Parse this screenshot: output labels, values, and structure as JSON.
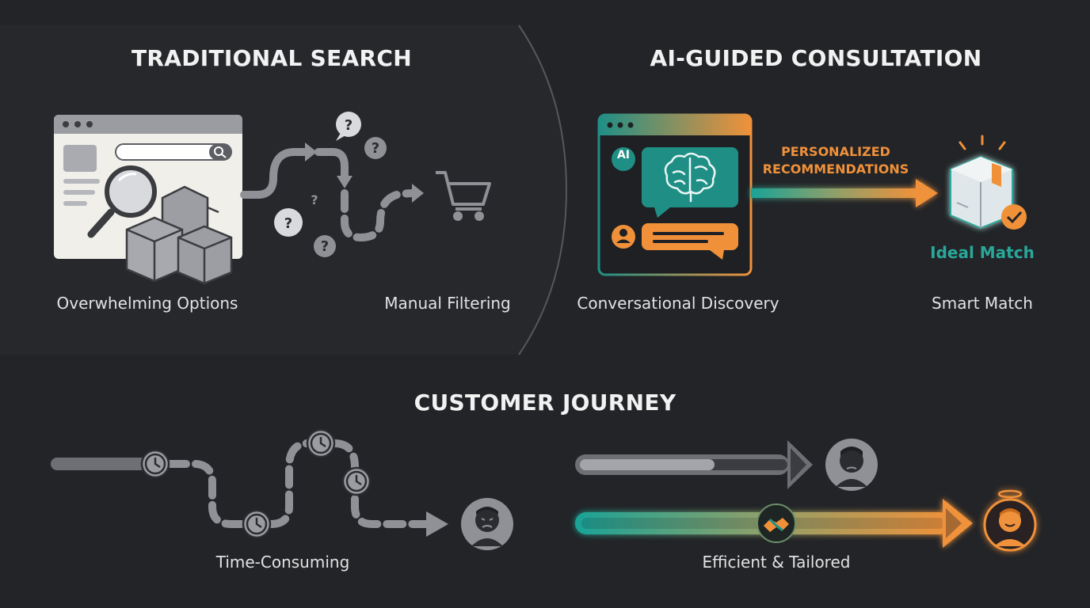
{
  "traditional": {
    "title": "TRADITIONAL SEARCH",
    "caption_left": "Overwhelming Options",
    "caption_right": "Manual Filtering"
  },
  "ai": {
    "title": "AI-GUIDED CONSULTATION",
    "chat_badge": "AI",
    "recommendations": "PERSONALIZED\nRECOMMENDATIONS",
    "ideal_match": "Ideal Match",
    "caption_left": "Conversational Discovery",
    "caption_right": "Smart Match"
  },
  "journey": {
    "title": "CUSTOMER JOURNEY",
    "slow_caption": "Time-Consuming",
    "fast_caption": "Efficient & Tailored"
  },
  "colors": {
    "background": "#222427",
    "teal": "#1f8f86",
    "orange": "#f0913a",
    "gray": "#8f9196"
  }
}
